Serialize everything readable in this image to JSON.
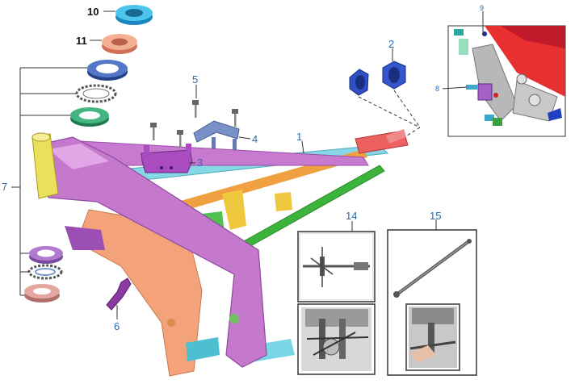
{
  "callouts": {
    "c1": "1",
    "c2": "2",
    "c3": "3",
    "c4": "4",
    "c5": "5",
    "c6": "6",
    "c7": "7",
    "c8": "8",
    "c9": "9",
    "c10": "10",
    "c11": "11",
    "c14": "14",
    "c15": "15"
  },
  "colors": {
    "frame_pink": "#c87cc8",
    "frame_orange": "#f0a070",
    "frame_cyan": "#7ad6e6",
    "frame_green": "#3cb43c",
    "frame_yellow": "#f0d020",
    "frame_red": "#e85050",
    "cap_blue": "#3050c8",
    "ring_cyan": "#30a8d8",
    "ring_salmon": "#f0a080",
    "ring_blue": "#3a60b0",
    "ring_teal": "#30a070",
    "label_blue": "#2a6aa8"
  }
}
